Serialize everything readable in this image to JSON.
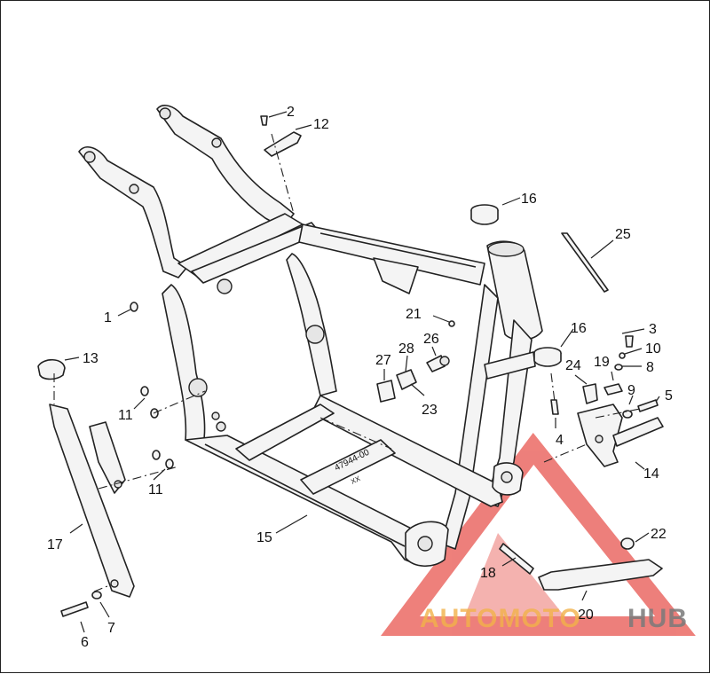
{
  "diagram": {
    "callouts": [
      {
        "id": "c1",
        "text": "1"
      },
      {
        "id": "c2",
        "text": "2"
      },
      {
        "id": "c3",
        "text": "3"
      },
      {
        "id": "c4",
        "text": "4"
      },
      {
        "id": "c5",
        "text": "5"
      },
      {
        "id": "c6",
        "text": "6"
      },
      {
        "id": "c7",
        "text": "7"
      },
      {
        "id": "c8",
        "text": "8"
      },
      {
        "id": "c9",
        "text": "9"
      },
      {
        "id": "c10",
        "text": "10"
      },
      {
        "id": "c11a",
        "text": "11"
      },
      {
        "id": "c11b",
        "text": "11"
      },
      {
        "id": "c12",
        "text": "12"
      },
      {
        "id": "c13",
        "text": "13"
      },
      {
        "id": "c14",
        "text": "14"
      },
      {
        "id": "c15",
        "text": "15"
      },
      {
        "id": "c16a",
        "text": "16"
      },
      {
        "id": "c16b",
        "text": "16"
      },
      {
        "id": "c17",
        "text": "17"
      },
      {
        "id": "c18",
        "text": "18"
      },
      {
        "id": "c19",
        "text": "19"
      },
      {
        "id": "c20",
        "text": "20"
      },
      {
        "id": "c21",
        "text": "21"
      },
      {
        "id": "c22",
        "text": "22"
      },
      {
        "id": "c23",
        "text": "23"
      },
      {
        "id": "c24",
        "text": "24"
      },
      {
        "id": "c25",
        "text": "25"
      },
      {
        "id": "c26",
        "text": "26"
      },
      {
        "id": "c27",
        "text": "27"
      },
      {
        "id": "c28",
        "text": "28"
      }
    ],
    "frame_stamp": "47944-00",
    "frame_stamp_sub": "XX"
  },
  "watermark": {
    "part1": "AUTOMOTO",
    "part2": "HUB",
    "color_primary": "#e8554f",
    "color_secondary": "#f2b24a",
    "color_hub": "#7a7a7a"
  }
}
